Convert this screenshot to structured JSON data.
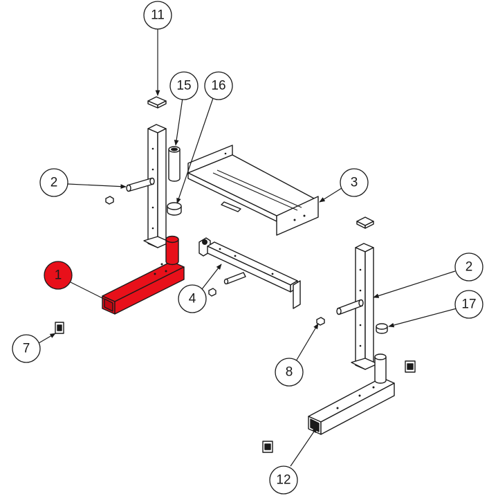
{
  "diagram": {
    "highlight_color": "#e8101a",
    "line_color": "#1a1a1a",
    "callouts": [
      {
        "id": "c11",
        "label": "11"
      },
      {
        "id": "c15",
        "label": "15"
      },
      {
        "id": "c16",
        "label": "16"
      },
      {
        "id": "c2a",
        "label": "2"
      },
      {
        "id": "c3",
        "label": "3"
      },
      {
        "id": "c1",
        "label": "1"
      },
      {
        "id": "c4",
        "label": "4"
      },
      {
        "id": "c2b",
        "label": "2"
      },
      {
        "id": "c17",
        "label": "17"
      },
      {
        "id": "c7",
        "label": "7"
      },
      {
        "id": "c8",
        "label": "8"
      },
      {
        "id": "c12",
        "label": "12"
      }
    ]
  }
}
